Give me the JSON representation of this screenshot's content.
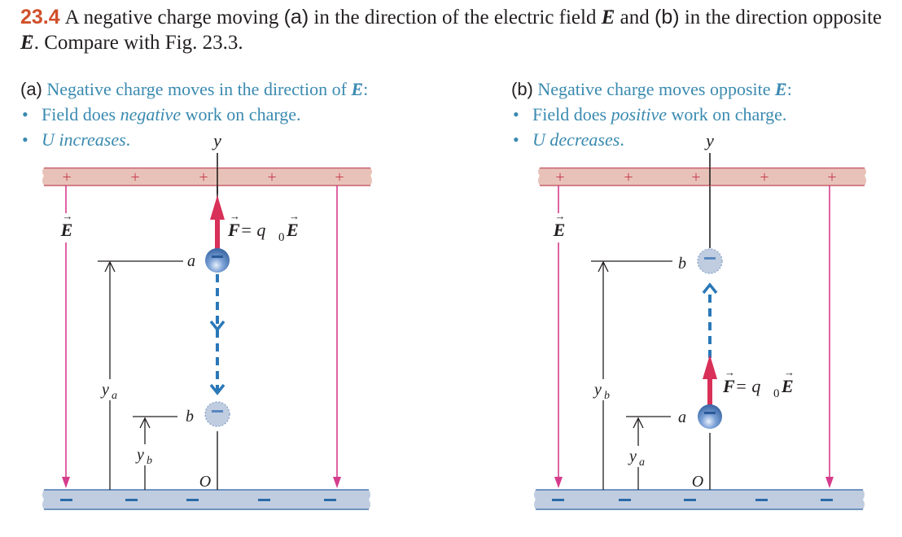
{
  "caption": {
    "figure_number": "23.4",
    "text_part1": "A negative charge moving ",
    "a_tag": "(a)",
    "text_part2": " in the direction of the electric field ",
    "E_symbol": "E",
    "text_part3": " and ",
    "b_tag": "(b)",
    "text_part4": " in the direction opposite ",
    "text_part5": ". Compare with Fig. 23.3."
  },
  "panel_a": {
    "tag": "(a)",
    "heading": " Negative charge moves in the direction of ",
    "heading_vec": "E",
    "heading_end": ":",
    "bullet1_pre": "Field does ",
    "bullet1_em": "negative",
    "bullet1_post": " work on charge.",
    "bullet2_em": "U increases",
    "bullet2_post": ".",
    "bullet_char": "•",
    "axis_label": "y",
    "origin_label": "O",
    "field_label": "E",
    "force_label_F": "F",
    "force_label_eq": " = q",
    "force_label_sub": "0",
    "force_label_E": "E",
    "point_a": "a",
    "point_b": "b",
    "dim_a": "y",
    "dim_a_sub": "a",
    "dim_b": "y",
    "dim_b_sub": "b",
    "top_plate_sign": "+",
    "bottom_plate_sign": "–",
    "charge_sign": "–"
  },
  "panel_b": {
    "tag": "(b)",
    "heading": " Negative charge moves opposite ",
    "heading_vec": "E",
    "heading_end": ":",
    "bullet1_pre": "Field does ",
    "bullet1_em": "positive",
    "bullet1_post": " work on charge.",
    "bullet2_em": "U decreases",
    "bullet2_post": ".",
    "bullet_char": "•",
    "axis_label": "y",
    "origin_label": "O",
    "field_label": "E",
    "force_label_F": "F",
    "force_label_eq": " = q",
    "force_label_sub": "0",
    "force_label_E": "E",
    "point_a": "a",
    "point_b": "b",
    "dim_a": "y",
    "dim_a_sub": "a",
    "dim_b": "y",
    "dim_b_sub": "b",
    "top_plate_sign": "+",
    "bottom_plate_sign": "–",
    "charge_sign": "–"
  },
  "colors": {
    "figure_number": "#d0502a",
    "panel_text": "#3a8ab0",
    "positive_plate_fill": "#e8c2b8",
    "positive_plate_edge": "#c9606a",
    "negative_plate_fill": "#c0cde0",
    "negative_plate_edge": "#4a7ab0",
    "field_line": "#d63c8c",
    "force_arrow": "#d83058",
    "path_arrow": "#2a78b8",
    "charge_fill": "#5a88c8"
  }
}
